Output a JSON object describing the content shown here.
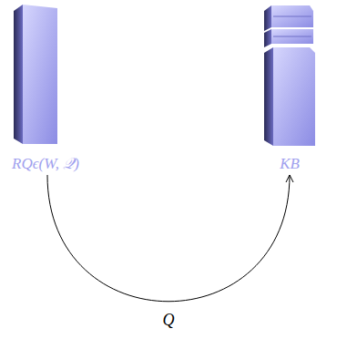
{
  "diagram": {
    "nodes": [
      {
        "text": [
          "RQϵ(W, 𝒬)"
        ]
      },
      {
        "text": [
          "KB"
        ]
      }
    ],
    "edges": [
      {
        "from": 0,
        "to": 1,
        "label": "Q",
        "arrow": "to"
      }
    ]
  }
}
